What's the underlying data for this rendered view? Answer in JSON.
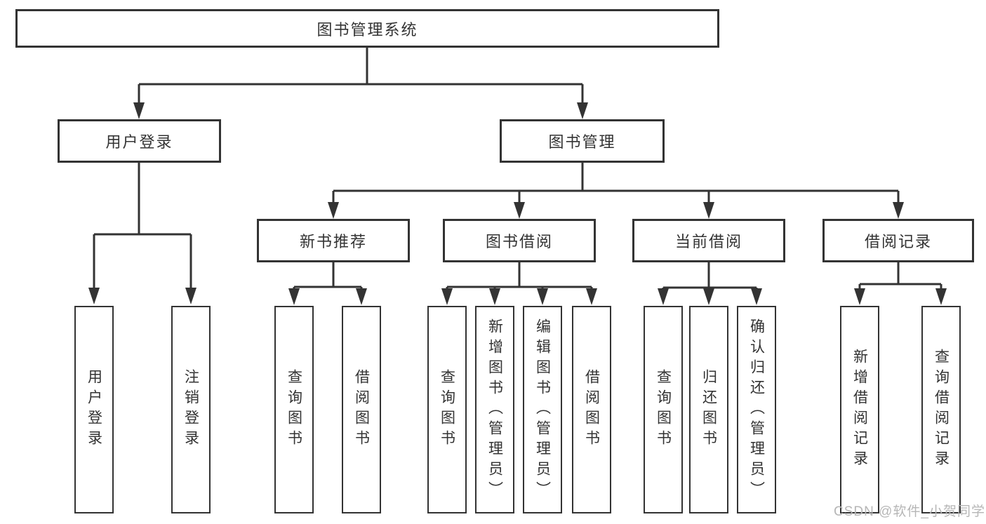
{
  "diagram": {
    "type": "hierarchy-tree",
    "tree": {
      "label": "图书管理系统",
      "children": [
        {
          "label": "用户登录",
          "children": [
            {
              "label": "用户登录"
            },
            {
              "label": "注销登录"
            }
          ]
        },
        {
          "label": "图书管理",
          "children": [
            {
              "label": "新书推荐",
              "children": [
                {
                  "label": "查询图书"
                },
                {
                  "label": "借阅图书"
                }
              ]
            },
            {
              "label": "图书借阅",
              "children": [
                {
                  "label": "查询图书"
                },
                {
                  "label": "新增图书（管理员）"
                },
                {
                  "label": "编辑图书（管理员）"
                },
                {
                  "label": "借阅图书"
                }
              ]
            },
            {
              "label": "当前借阅",
              "children": [
                {
                  "label": "查询图书"
                },
                {
                  "label": "归还图书"
                },
                {
                  "label": "确认归还（管理员）"
                }
              ]
            },
            {
              "label": "借阅记录",
              "children": [
                {
                  "label": "新增借阅记录"
                },
                {
                  "label": "查询借阅记录"
                }
              ]
            }
          ]
        }
      ]
    }
  },
  "watermark": {
    "text": "CSDN @软件_小贺同学"
  },
  "colors": {
    "line": "#333333",
    "box_border": "#333333",
    "box_fill": "#ffffff",
    "text": "#333333",
    "watermark": "#b6b6b6",
    "background": "#ffffff"
  }
}
